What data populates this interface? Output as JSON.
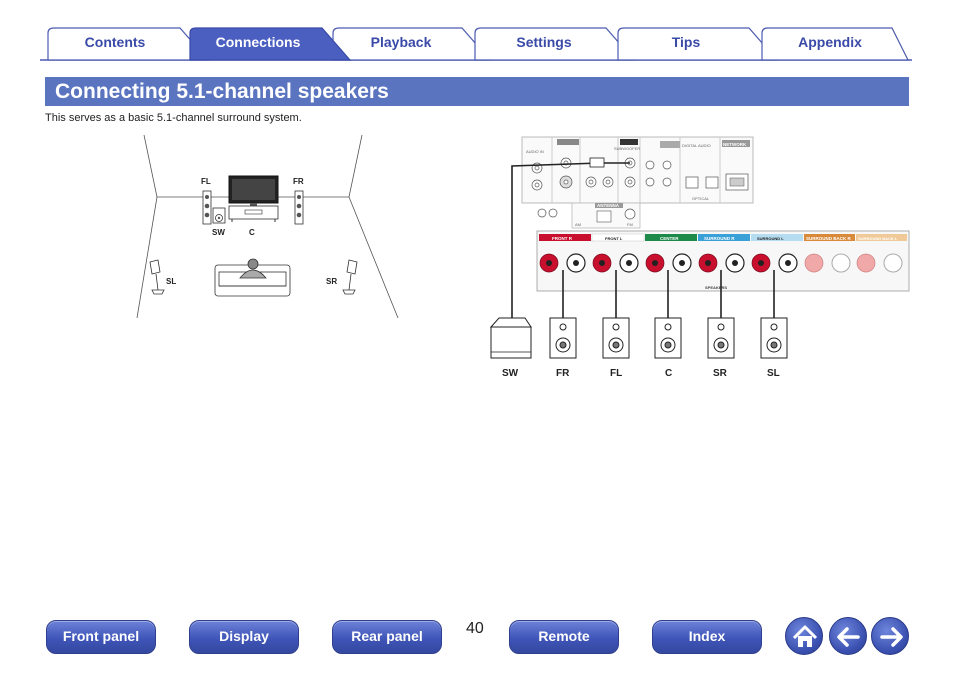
{
  "tabs": [
    {
      "label": "Contents",
      "active": false
    },
    {
      "label": "Connections",
      "active": true
    },
    {
      "label": "Playback",
      "active": false
    },
    {
      "label": "Settings",
      "active": false
    },
    {
      "label": "Tips",
      "active": false
    },
    {
      "label": "Appendix",
      "active": false
    }
  ],
  "page": {
    "title": "Connecting 5.1-channel speakers",
    "intro": "This serves as a basic 5.1-channel surround system.",
    "page_number": "40"
  },
  "room_diagram": {
    "fl": "FL",
    "fr": "FR",
    "sw": "SW",
    "c": "C",
    "sl": "SL",
    "sr": "SR"
  },
  "wiring_diagram": {
    "speaker_labels": [
      "SW",
      "FR",
      "FL",
      "C",
      "SR",
      "SL"
    ],
    "terminal_labels": [
      "FRONT R",
      "FRONT L",
      "CENTER",
      "SURROUND R",
      "SURROUND L",
      "SURROUND BACK R",
      "SURROUND BACK L"
    ],
    "panel_labels": {
      "network": "NETWORK",
      "antenna": "ANTENNA",
      "speakers": "SPEAKERS",
      "subwoofer": "SUBWOOFER",
      "am": "AM",
      "fm": "FM",
      "optical": "OPTICAL",
      "digital_audio": "DIGITAL AUDIO",
      "audio_in": "AUDIO IN"
    }
  },
  "colors": {
    "accent": "#5a74c0",
    "tab_text": "#3a4aa8",
    "front_r": "#c8102e",
    "center": "#1d8a4a",
    "surround": "#3aa0d8",
    "surround_back": "#d88a3a"
  },
  "bottom_nav": {
    "front_panel": "Front panel",
    "display": "Display",
    "rear_panel": "Rear panel",
    "remote": "Remote",
    "index": "Index"
  },
  "icons": {
    "home": "home-icon",
    "back": "arrow-left-icon",
    "forward": "arrow-right-icon"
  }
}
